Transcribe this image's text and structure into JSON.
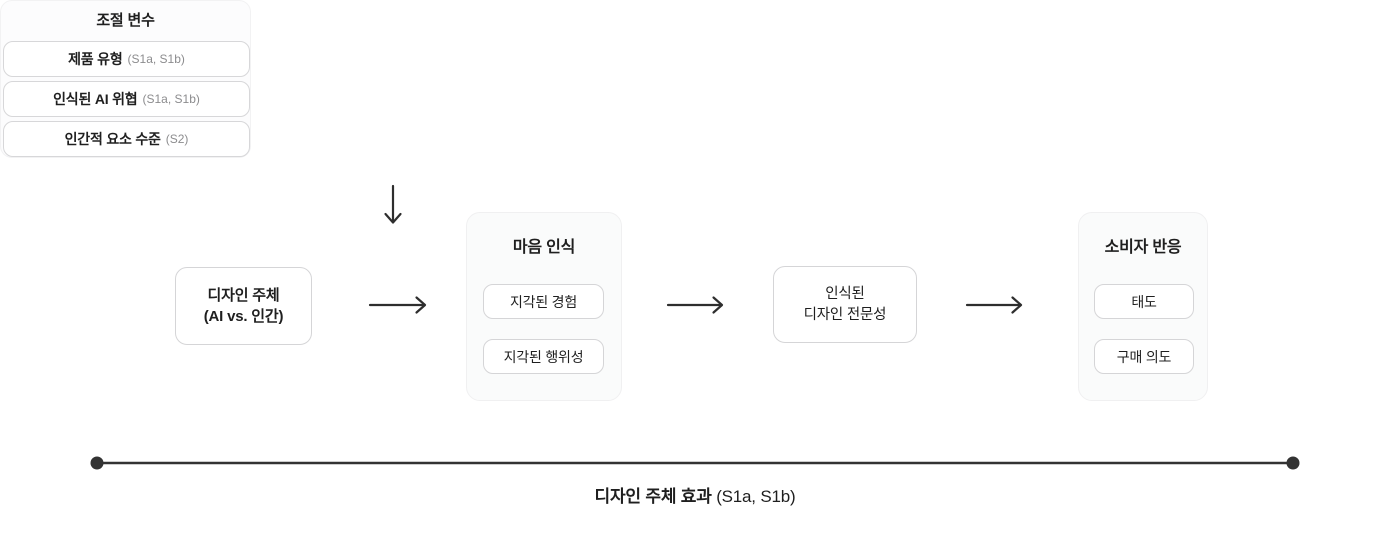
{
  "moderators": {
    "title": "조절 변수",
    "items": [
      {
        "label": "제품 유형",
        "note": "(S1a, S1b)"
      },
      {
        "label": "인식된 AI 위협",
        "note": "(S1a, S1b)"
      },
      {
        "label": "인간적 요소 수준",
        "note": "(S2)"
      }
    ]
  },
  "flow": {
    "design_agent": {
      "line1": "디자인 주체",
      "line2": "(AI vs. 인간)"
    },
    "mind_perception": {
      "title": "마음 인식",
      "items": [
        "지각된 경험",
        "지각된 행위성"
      ]
    },
    "design_expertise": {
      "line1": "인식된",
      "line2": "디자인 전문성"
    },
    "consumer_response": {
      "title": "소비자 반응",
      "items": [
        "태도",
        "구매 의도"
      ]
    }
  },
  "effect": {
    "label": "디자인 주체 효과",
    "note": "(S1a, S1b)"
  },
  "icons": {
    "down_arrow": "arrow-down",
    "right_arrow": "arrow-right",
    "endpoint": "filled-circle"
  },
  "colors": {
    "background": "#ffffff",
    "text_dark": "#1f1f1f",
    "text_note_gray": "#8c8c8e",
    "node_border": "#d5d5d7",
    "group_bg": "#fafbfb",
    "group_border": "#f0f0f1",
    "arrow": "#2e2e2e",
    "effect_line": "#333333"
  }
}
